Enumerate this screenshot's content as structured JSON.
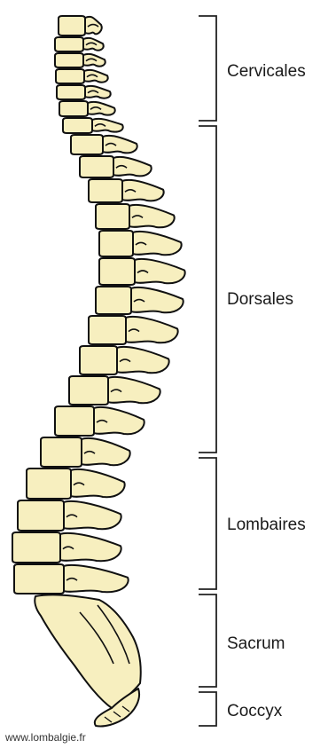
{
  "regions": {
    "cervicales": "Cervicales",
    "dorsales": "Dorsales",
    "lombaires": "Lombaires",
    "sacrum": "Sacrum",
    "coccyx": "Coccyx"
  },
  "watermark": "www.lombalgie.fr",
  "colors": {
    "bone": "#f7efbf",
    "outline": "#111111",
    "bracket": "#222222"
  }
}
